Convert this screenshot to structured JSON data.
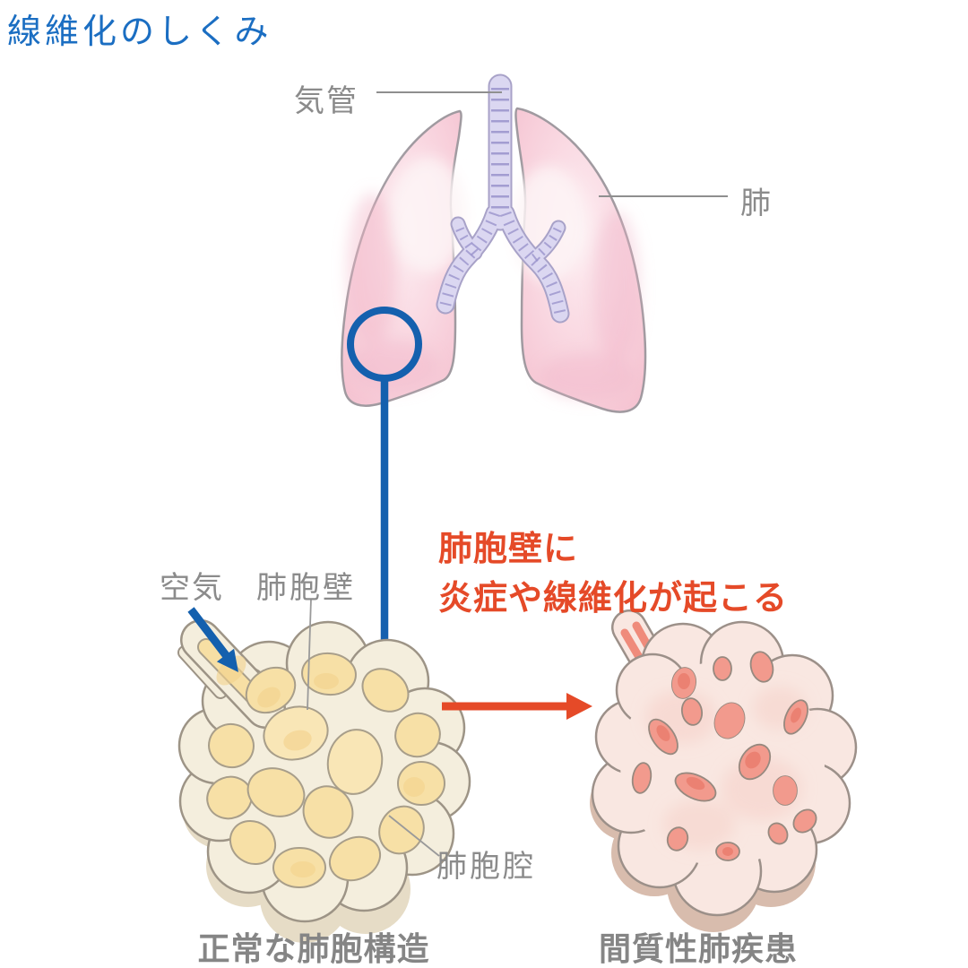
{
  "title": "線維化のしくみ",
  "lungs": {
    "trachea_label": "気管",
    "lung_label": "肺"
  },
  "annotation": {
    "line1": "肺胞壁に",
    "line2": "炎症や線維化が起こる"
  },
  "normal_alveoli": {
    "air_label": "空気",
    "wall_label": "肺胞壁",
    "cavity_label": "肺胞腔",
    "caption": "正常な肺胞構造"
  },
  "diseased_alveoli": {
    "caption": "間質性肺疾患"
  },
  "colors": {
    "title_blue": "#1b6ec2",
    "arrow_blue": "#1460ae",
    "accent_orange": "#e54a28",
    "label_gray": "#8b8b8b",
    "lung_pink": "#f7cdd8",
    "trachea_lavender": "#dbd7f1",
    "alveoli_cream": "#f4eedd",
    "cavity_yellow": "#f7e0a6",
    "diseased_pink": "#f9e7e1",
    "cavity_red": "#f29a8d"
  }
}
